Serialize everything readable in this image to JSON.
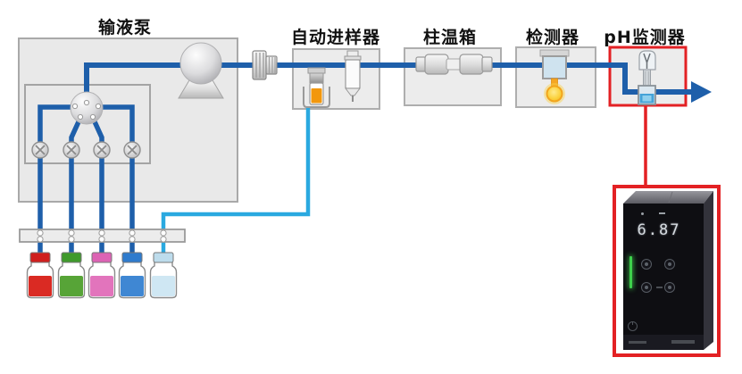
{
  "labels": {
    "pump": "输液泵",
    "autosampler": "自动进样器",
    "column_oven": "柱温箱",
    "detector": "检测器",
    "ph_monitor": "pH监测器"
  },
  "ph_meter": {
    "display_value": "6.87"
  },
  "colors": {
    "flow_line": "#1e5faa",
    "gradient_transfer_line": "#2aa9e0",
    "highlight_red": "#e32124",
    "box_fill": "#ececec",
    "box_border": "#aeaeae",
    "lamp_yellow": "#f9c center",
    "vial_orange": "#f2970d",
    "led_green": "#3ed14c"
  },
  "solvent_bottles": [
    {
      "name": "solvent-a-red",
      "color": "#da2a23",
      "cap": "#cf1f1e"
    },
    {
      "name": "solvent-b-green",
      "color": "#57a437",
      "cap": "#3f9a2c"
    },
    {
      "name": "solvent-c-pink",
      "color": "#e274bc",
      "cap": "#dc63b4"
    },
    {
      "name": "solvent-d-blue",
      "color": "#3f87d3",
      "cap": "#2f7bcd"
    },
    {
      "name": "solvent-e-lightblue",
      "color": "#cfe7f3",
      "cap": "#bddcec"
    }
  ],
  "icons": {
    "solvent_valve": "circle with ✕",
    "gradient_mixer": "ported sphere",
    "pump_head": "sphere on stand",
    "flow_arrow": "▶"
  }
}
